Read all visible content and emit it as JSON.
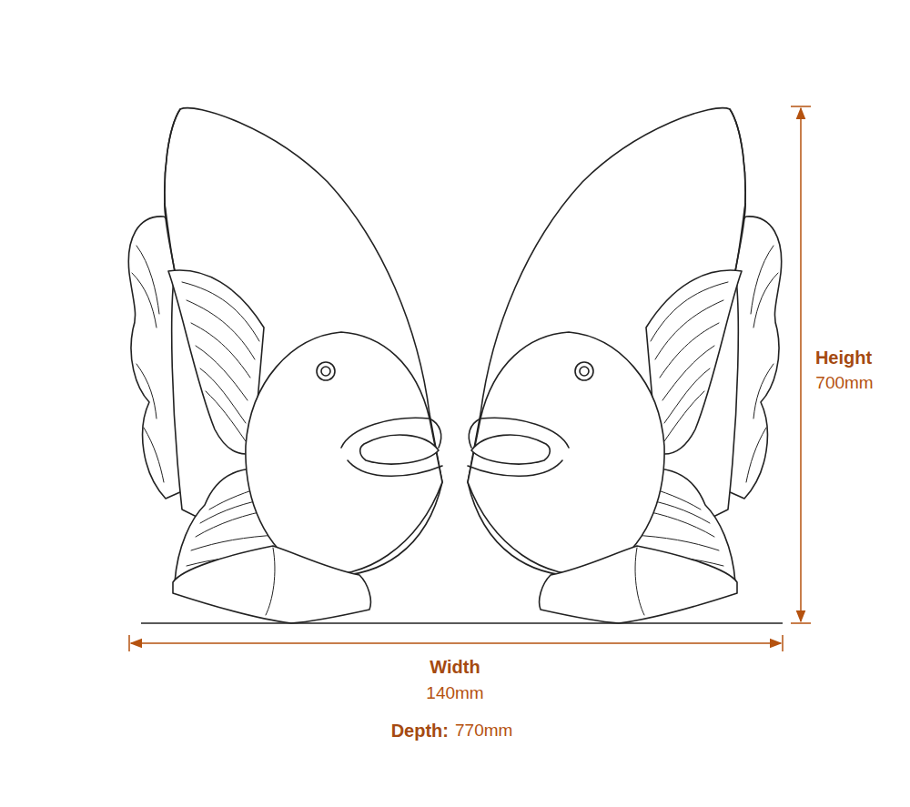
{
  "diagram": {
    "labels": [
      "Height",
      "700mm",
      "Width",
      "140mm",
      "Depth:",
      "770mm"
    ]
  }
}
